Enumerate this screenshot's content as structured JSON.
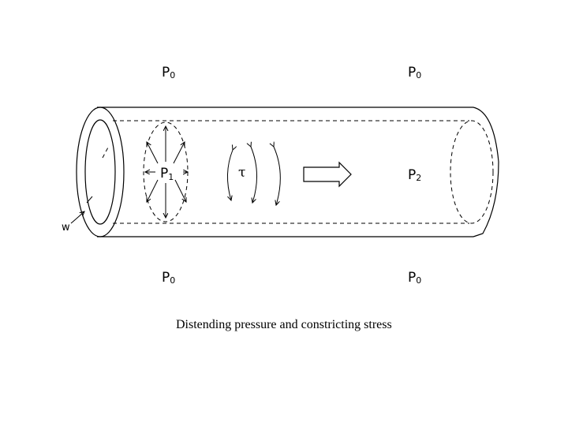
{
  "labels": {
    "p0_top_left": {
      "base": "P",
      "sub": "0"
    },
    "p0_top_right": {
      "base": "P",
      "sub": "0"
    },
    "p0_bottom_left": {
      "base": "P",
      "sub": "0"
    },
    "p0_bottom_right": {
      "base": "P",
      "sub": "0"
    },
    "p1": {
      "base": "P",
      "sub": "1"
    },
    "p2": {
      "base": "P",
      "sub": "2"
    },
    "tau": "τ",
    "wall": "w"
  },
  "caption": "Distending pressure and constricting stress",
  "colors": {
    "ink": "#000000",
    "background": "#ffffff"
  }
}
